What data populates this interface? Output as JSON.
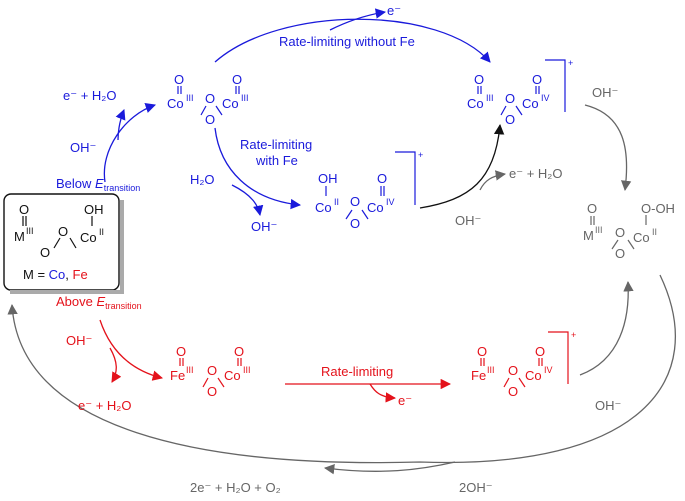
{
  "colors": {
    "blue": "#1a1adb",
    "red": "#e4121b",
    "gray": "#666666",
    "black": "#111111"
  },
  "top": {
    "electron": "e⁻",
    "rate_limiting_without_fe": "Rate-limiting without Fe",
    "rate_limiting_with_fe_1": "Rate-limiting",
    "rate_limiting_with_fe_2": "with Fe",
    "e_h2o": "e⁻ + H₂O",
    "oh": "OH⁻",
    "h2o": "H₂O",
    "oh2": "OH⁻",
    "below_prefix": "Below ",
    "below_e": "E",
    "below_sub": "transition"
  },
  "right": {
    "oh_top": "OH⁻",
    "e_h2o_gray": "e⁻ + H₂O",
    "oh_mid": "OH⁻",
    "oh_bottom": "OH⁻"
  },
  "box": {
    "m_prefix": "M = ",
    "co": "Co",
    "comma": ", ",
    "fe": "Fe"
  },
  "bottom": {
    "above_prefix": "Above ",
    "above_e": "E",
    "above_sub": "transition",
    "oh": "OH⁻",
    "e_h2o": "e⁻ + H₂O",
    "rate_limiting": "Rate-limiting",
    "electron": "e⁻",
    "products": "2e⁻ + H₂O + O₂",
    "reactant": "2OH⁻"
  },
  "labels": {
    "O": "O",
    "OH": "OH",
    "OOH": "O-OH",
    "Co": "Co",
    "Fe": "Fe",
    "M": "M",
    "III": "III",
    "IV": "IV",
    "II": "II",
    "plus": "+"
  }
}
